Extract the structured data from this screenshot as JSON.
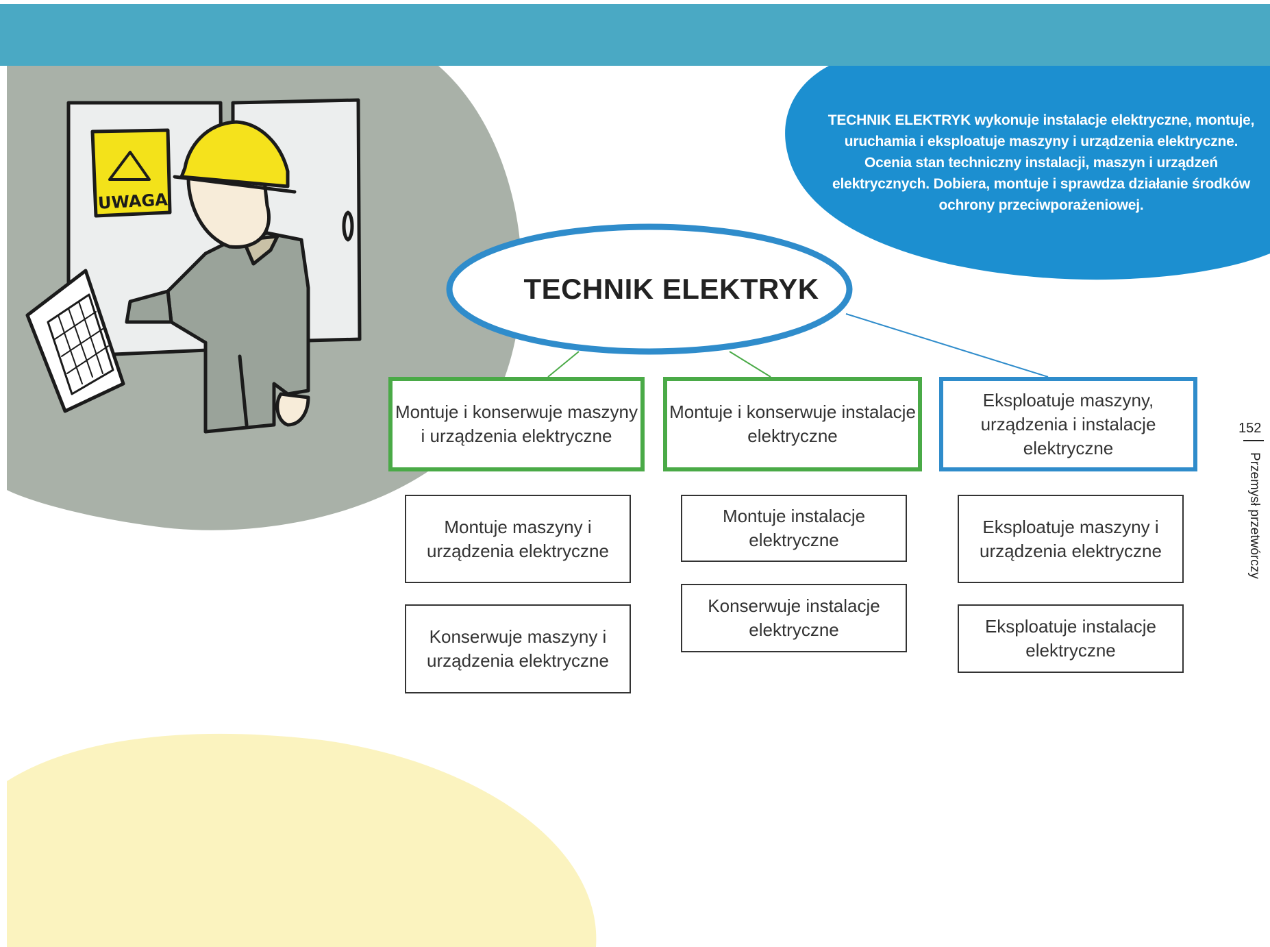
{
  "colors": {
    "top_bar": "#4aa9c4",
    "grey_blob": "#a9b1a8",
    "blue_blob": "#1c8fd0",
    "yellow_blob": "#fbf3bf",
    "green_border": "#4aaa47",
    "blue_border": "#2f8ccb"
  },
  "illustration": {
    "sign_text": "UWAGA",
    "description_icon": "electrician-illustration-icon"
  },
  "description": "TECHNIK ELEKTRYK wykonuje instalacje elektryczne, montuje, uruchamia i eksploatuje maszyny i urządzenia elektryczne. Ocenia stan techniczny instalacji, maszyn i urządzeń elektrycznych. Dobiera, montuje i sprawdza działanie środków ochrony przeciwporażeniowej.",
  "diagram": {
    "root": "TECHNIK ELEKTRYK",
    "branches": [
      {
        "label": "Montuje i konserwuje maszyny i urządzenia elektryczne",
        "children": [
          "Montuje maszyny i urządzenia elektryczne",
          "Konserwuje maszyny i urządzenia elektryczne"
        ]
      },
      {
        "label": "Montuje i konserwuje instalacje elektryczne",
        "children": [
          "Montuje instalacje elektryczne",
          "Konserwuje instalacje elektryczne"
        ]
      },
      {
        "label": "Eksploatuje maszyny, urządzenia i instalacje elektryczne",
        "children": [
          "Eksploatuje maszyny i urządzenia elektryczne",
          "Eksploatuje instalacje elektryczne"
        ]
      }
    ]
  },
  "page": {
    "number": "152",
    "section": "Przemysł przetwórczy"
  }
}
